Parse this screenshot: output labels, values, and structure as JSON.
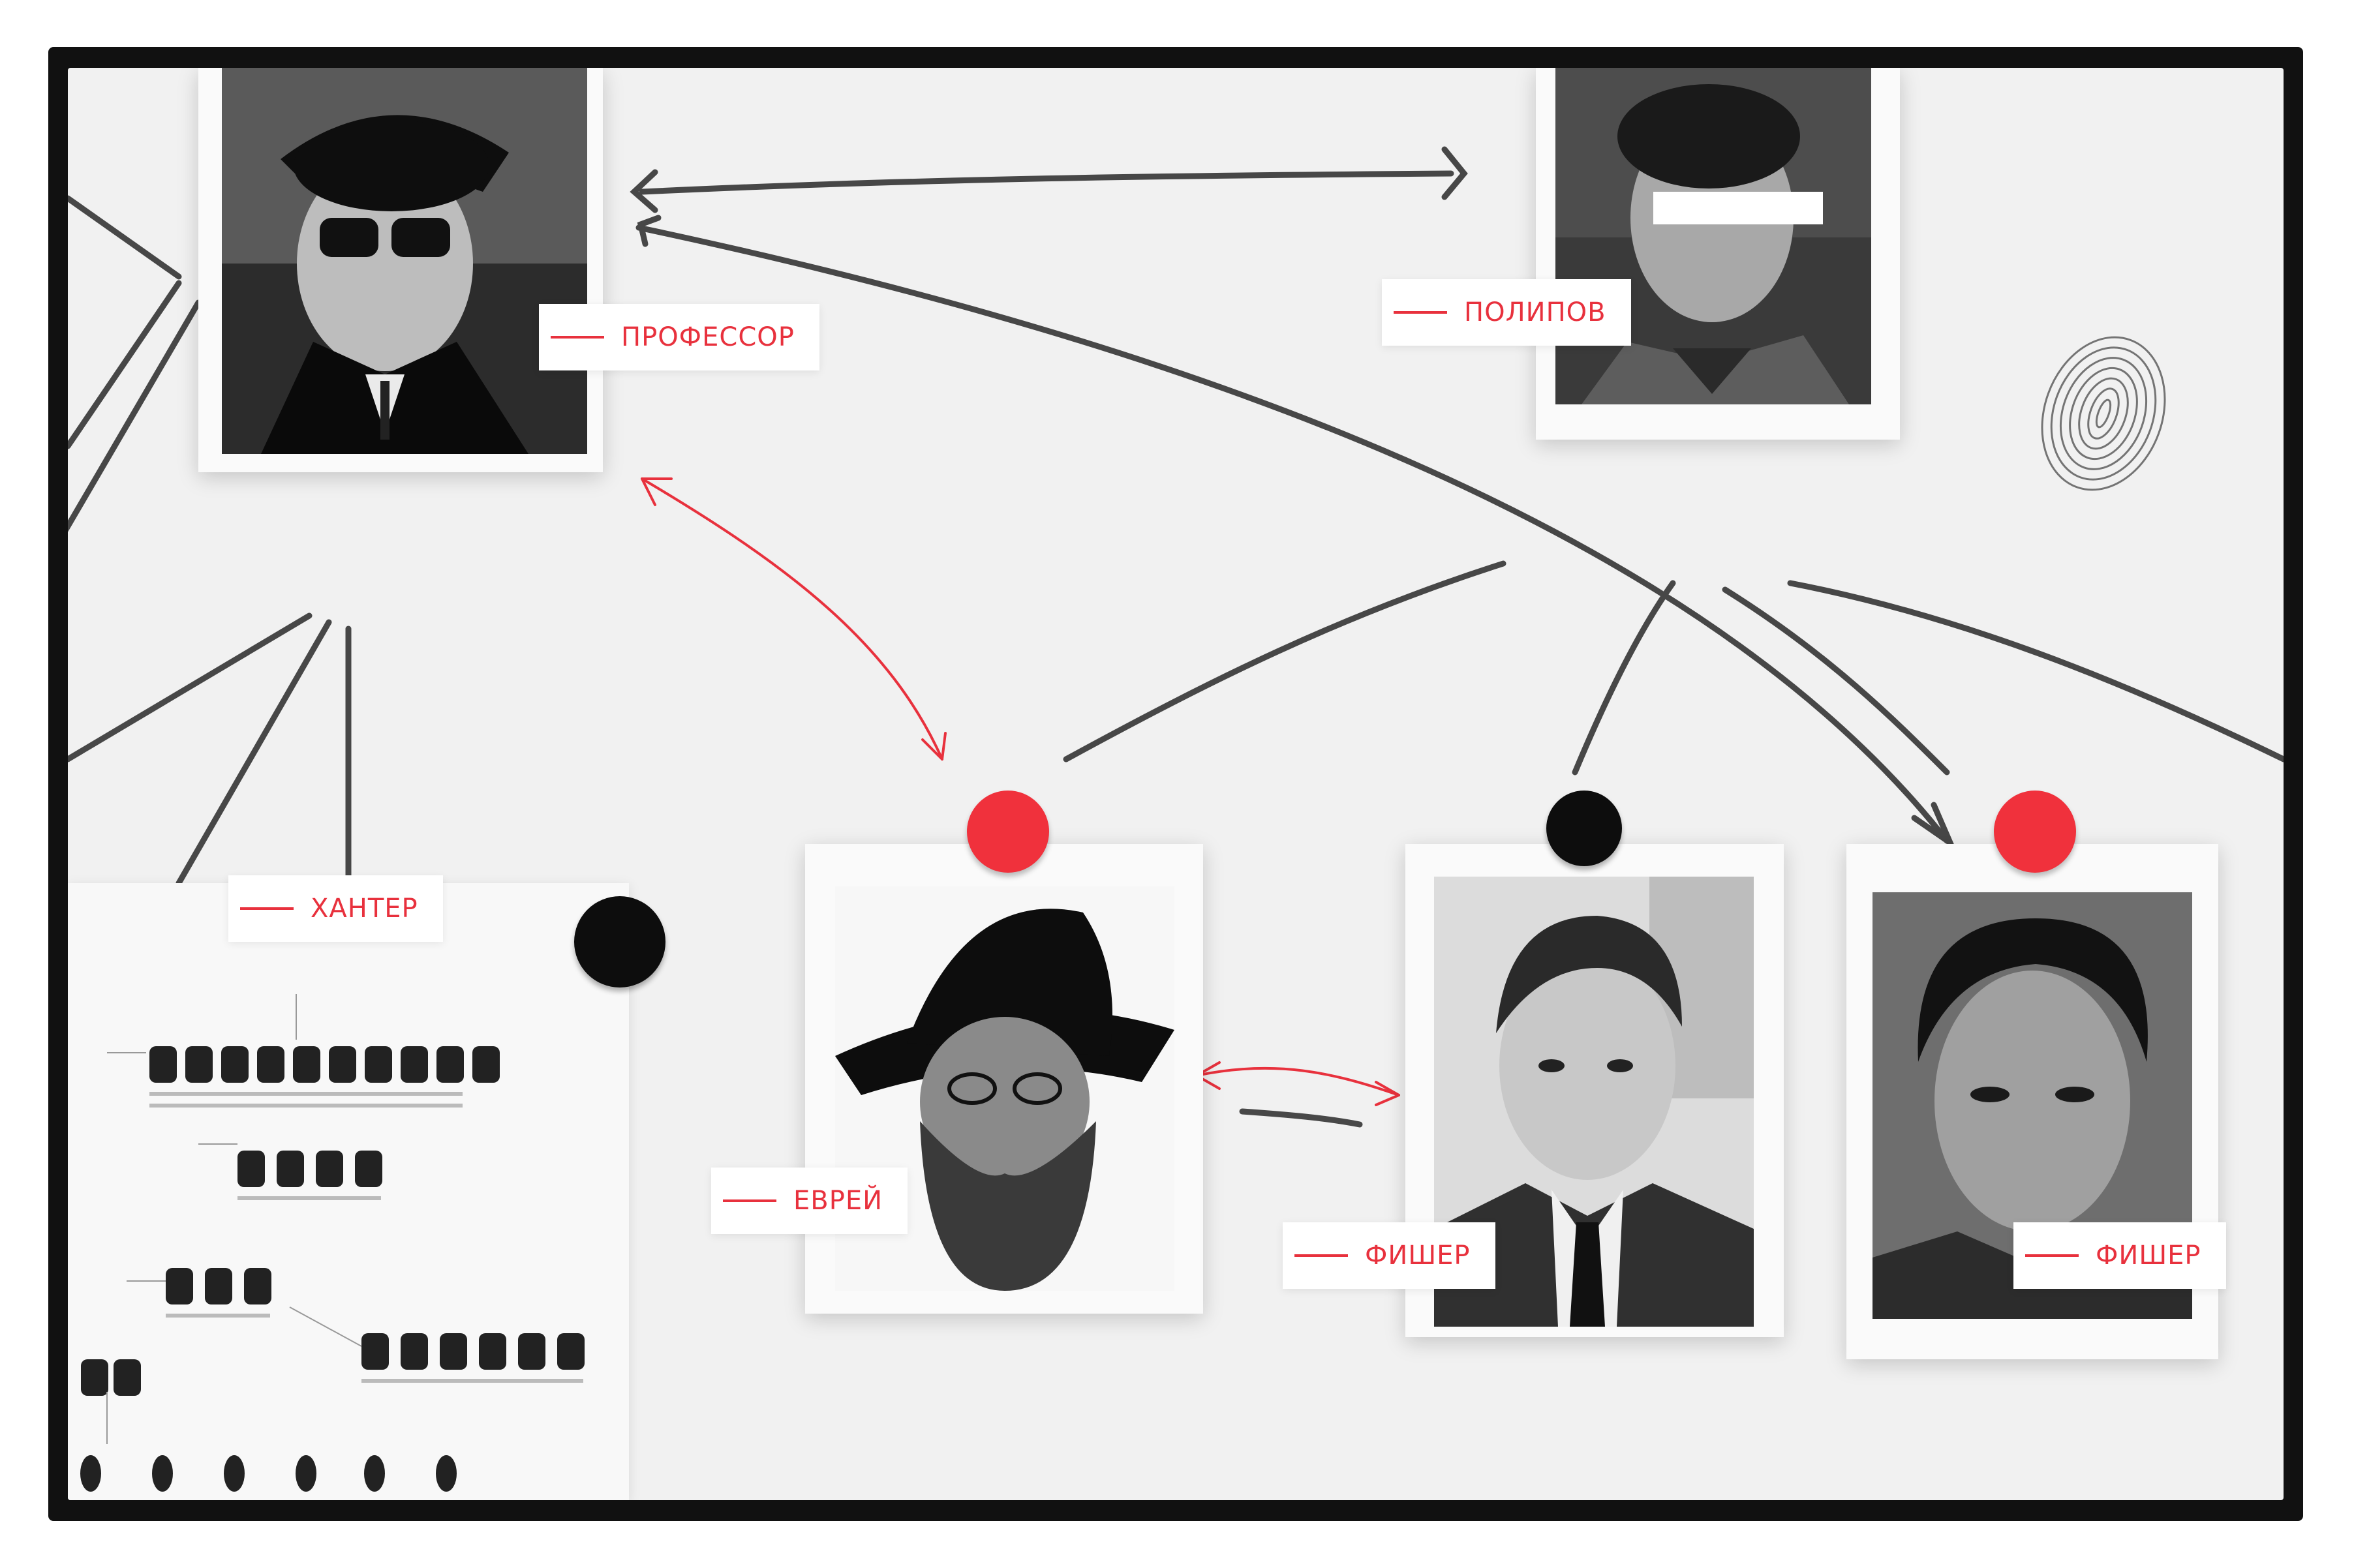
{
  "labels": {
    "professor": "ПРОФЕССОР",
    "polipov": "ПОЛИПОВ",
    "hunter": "ХАНТЕР",
    "jew": "ЕВРЕЙ",
    "fischer_1": "ФИШЕР",
    "fischer_2": "ФИШЕР"
  },
  "colors": {
    "accent": "#e8313d",
    "frame": "#111111",
    "board": "#f1f1f1"
  }
}
